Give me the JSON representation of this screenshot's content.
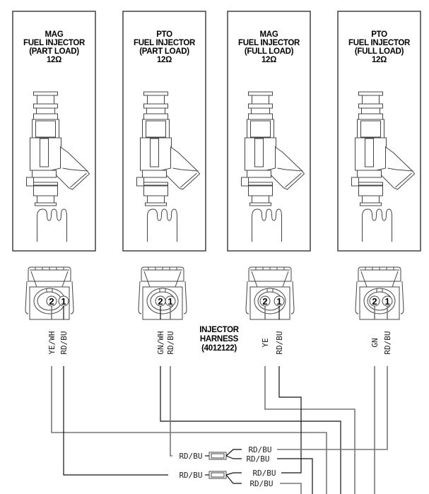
{
  "diagram": {
    "injectors": [
      {
        "id": "mag-part",
        "title_lines": [
          "MAG",
          "FUEL INJECTOR",
          "(PART LOAD)",
          "12Ω"
        ],
        "pins": [
          {
            "number": "2",
            "wire": "YE/WH"
          },
          {
            "number": "1",
            "wire": "RD/BU"
          }
        ]
      },
      {
        "id": "pto-part",
        "title_lines": [
          "PTO",
          "FUEL INJECTOR",
          "(PART LOAD)",
          "12Ω"
        ],
        "pins": [
          {
            "number": "2",
            "wire": "GN/WH"
          },
          {
            "number": "1",
            "wire": "RD/BU"
          }
        ]
      },
      {
        "id": "mag-full",
        "title_lines": [
          "MAG",
          "FUEL INJECTOR",
          "(FULL LOAD)",
          "12Ω"
        ],
        "pins": [
          {
            "number": "2",
            "wire": "YE"
          },
          {
            "number": "1",
            "wire": "RD/BU"
          }
        ]
      },
      {
        "id": "pto-full",
        "title_lines": [
          "PTO",
          "FUEL INJECTOR",
          "(FULL LOAD)",
          "12Ω"
        ],
        "pins": [
          {
            "number": "2",
            "wire": "GN"
          },
          {
            "number": "1",
            "wire": "RD/BU"
          }
        ]
      }
    ],
    "harness": {
      "lines": [
        "INJECTOR",
        "HARNESS",
        "(4012122)"
      ]
    },
    "splices": [
      {
        "input_label": "RD/BU",
        "output_labels": [
          "RD/BU",
          "RD/BU"
        ]
      },
      {
        "input_label": "RD/BU",
        "output_labels": [
          "RD/BU",
          "RD/BU"
        ]
      }
    ],
    "colors": {
      "line_dark": "#111111",
      "line_gray": "#777777",
      "background": "#ffffff"
    }
  }
}
